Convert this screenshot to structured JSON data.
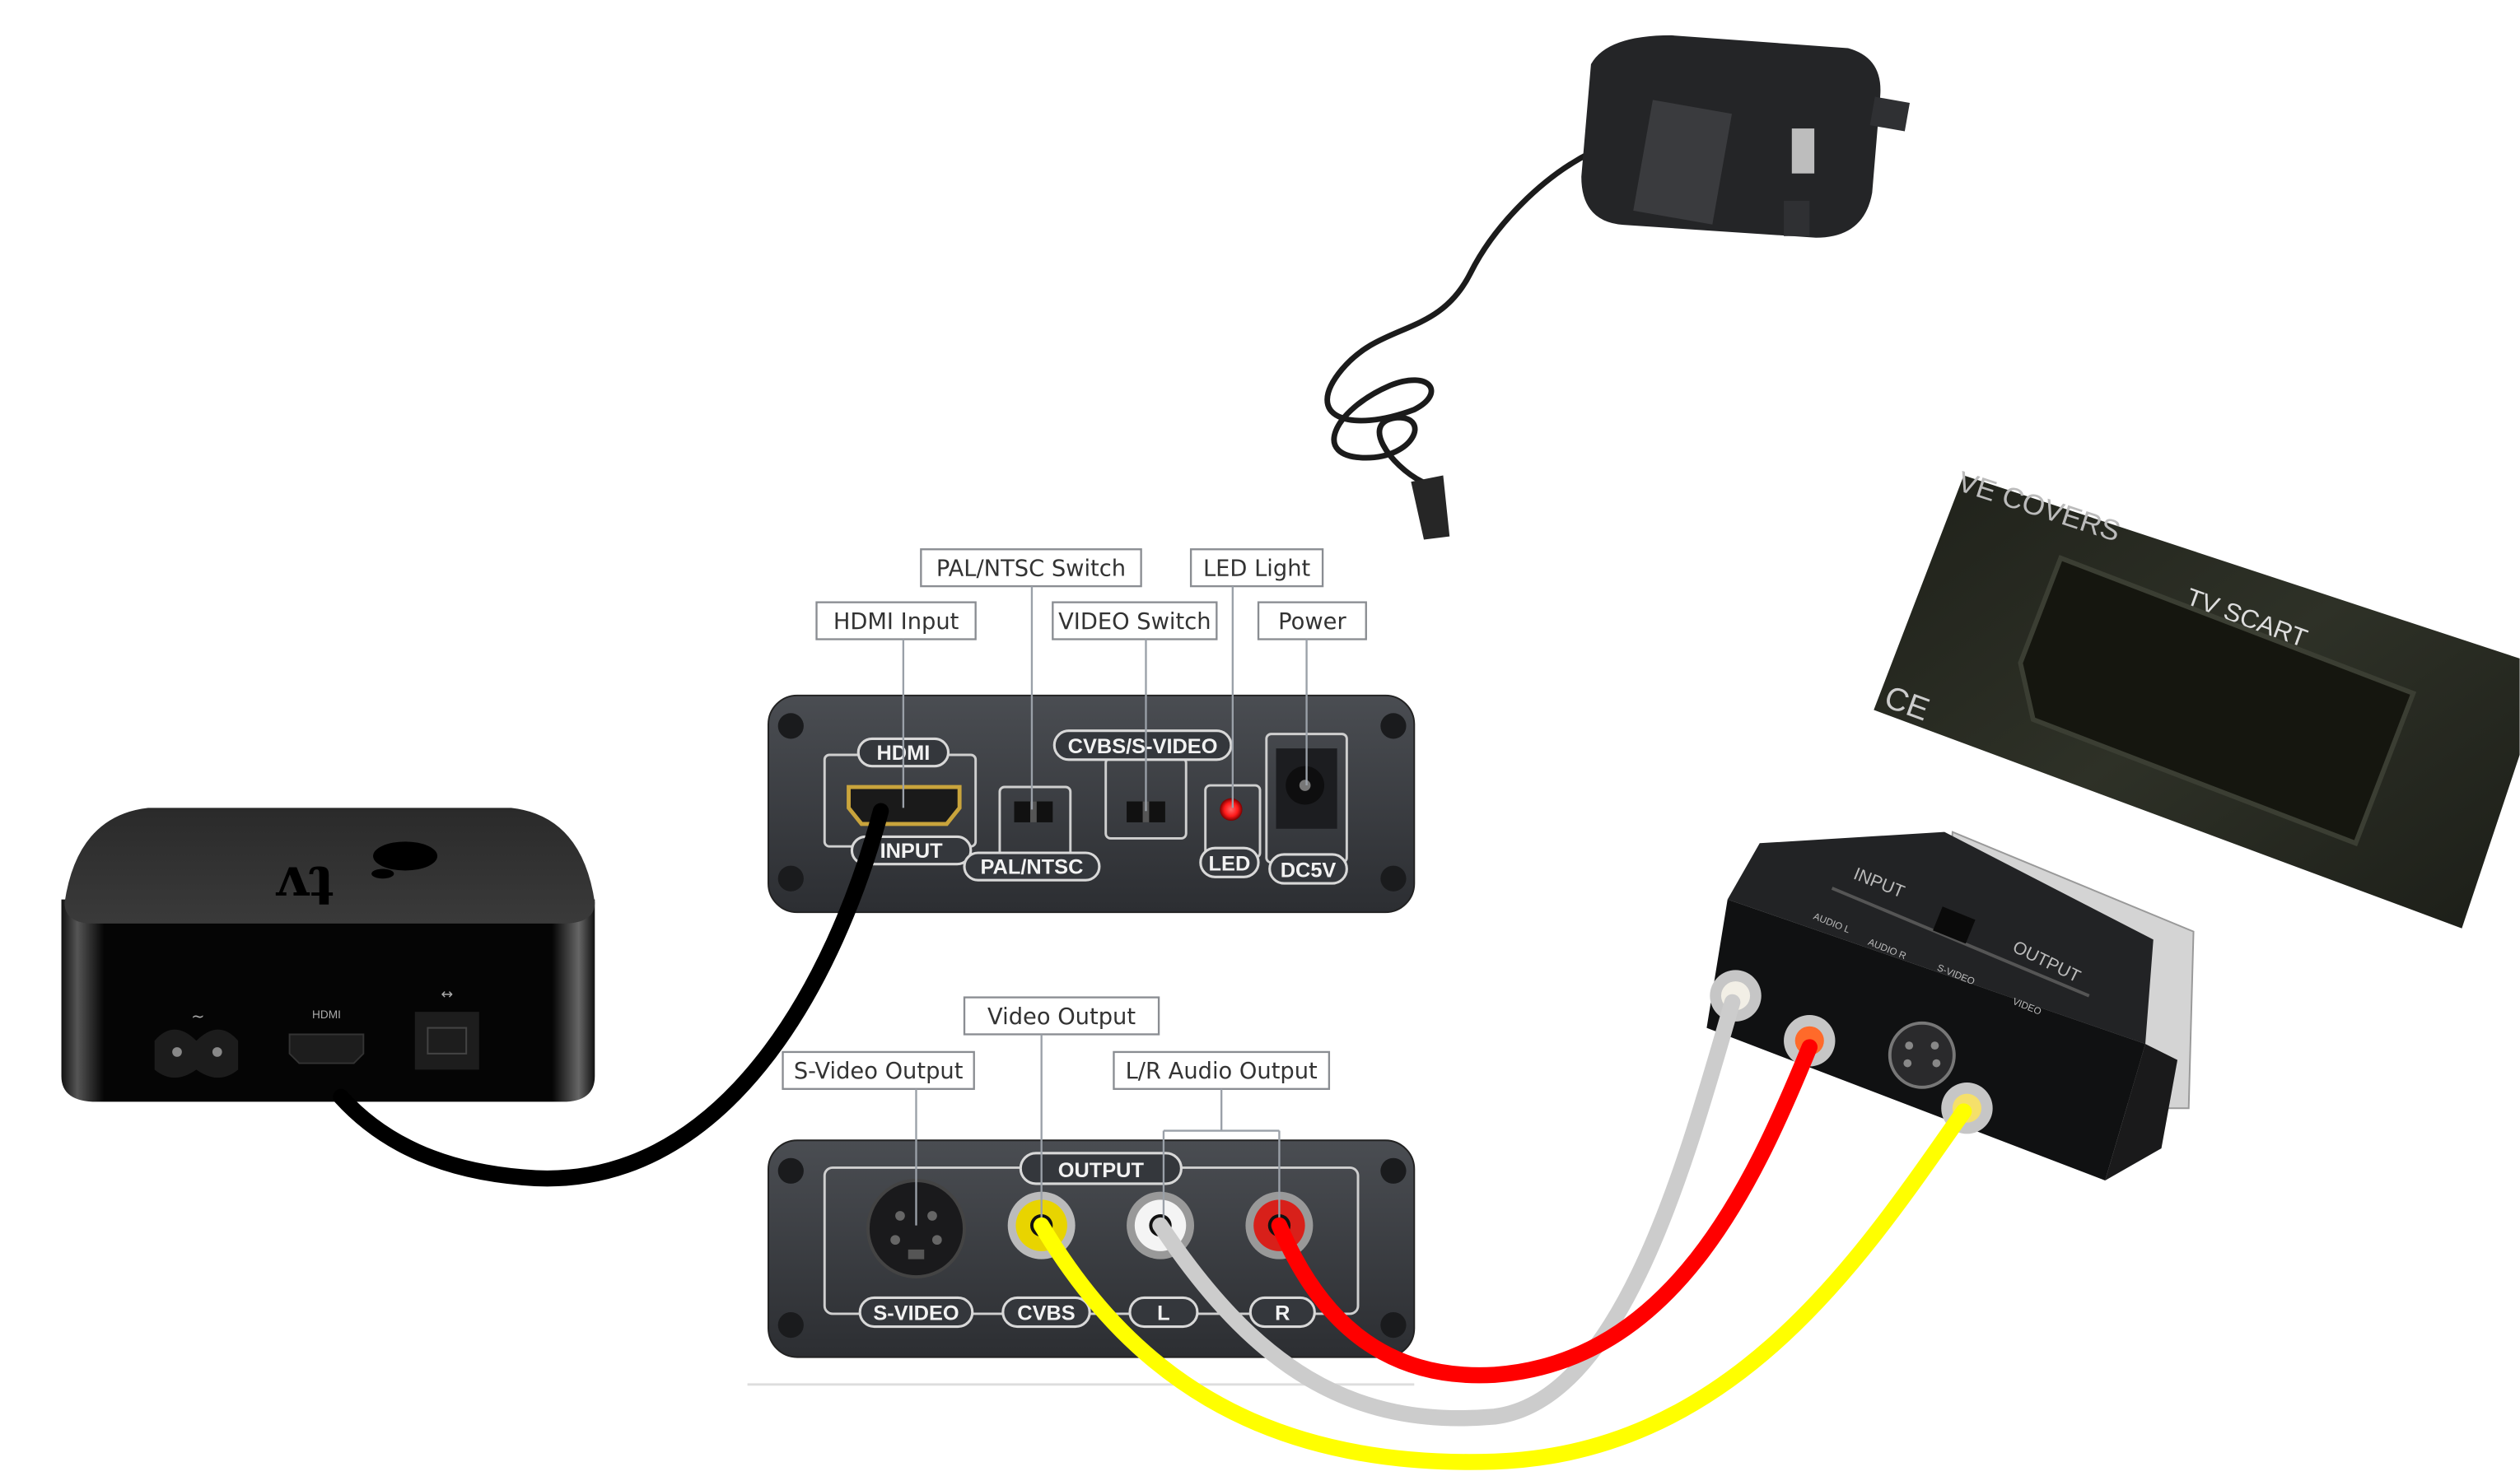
{
  "apple_tv": {
    "logo_text": "tv",
    "port_labels": {
      "power": "~",
      "hdmi": "HDMI",
      "ethernet": "↔"
    }
  },
  "converter_input_panel": {
    "callouts": {
      "pal_ntsc_switch": "PAL/NTSC Switch",
      "led_light": "LED Light",
      "hdmi_input": "HDMI Input",
      "video_switch": "VIDEO Switch",
      "power": "Power"
    },
    "panel_labels": {
      "hdmi": "HDMI",
      "input": "INPUT",
      "pal_ntsc": "PAL/NTSC",
      "cvbs_svideo": "CVBS/S-VIDEO",
      "led": "LED",
      "dc5v": "DC5V"
    }
  },
  "converter_output_panel": {
    "callouts": {
      "video_output": "Video Output",
      "svideo_output": "S-Video Output",
      "lr_audio_output": "L/R Audio Output"
    },
    "panel_labels": {
      "output": "OUTPUT",
      "svideo": "S-VIDEO",
      "cvbs": "CVBS",
      "l": "L",
      "r": "R"
    }
  },
  "scart_adapter": {
    "input": "INPUT",
    "output": "OUTPUT",
    "audio_l": "AUDIO L",
    "audio_r": "AUDIO R",
    "svideo": "S-VIDEO",
    "video": "VIDEO"
  },
  "tv_scart": {
    "label": "TV SCART",
    "ce_mark": "CE",
    "partial_text": "VE COVERS"
  },
  "colors": {
    "cable_hdmi": "#000000",
    "cable_yellow": "#ffff00",
    "cable_white": "#cccccc",
    "cable_red": "#ff0000",
    "panel": "#383b40",
    "led": "#ff1a1a"
  }
}
